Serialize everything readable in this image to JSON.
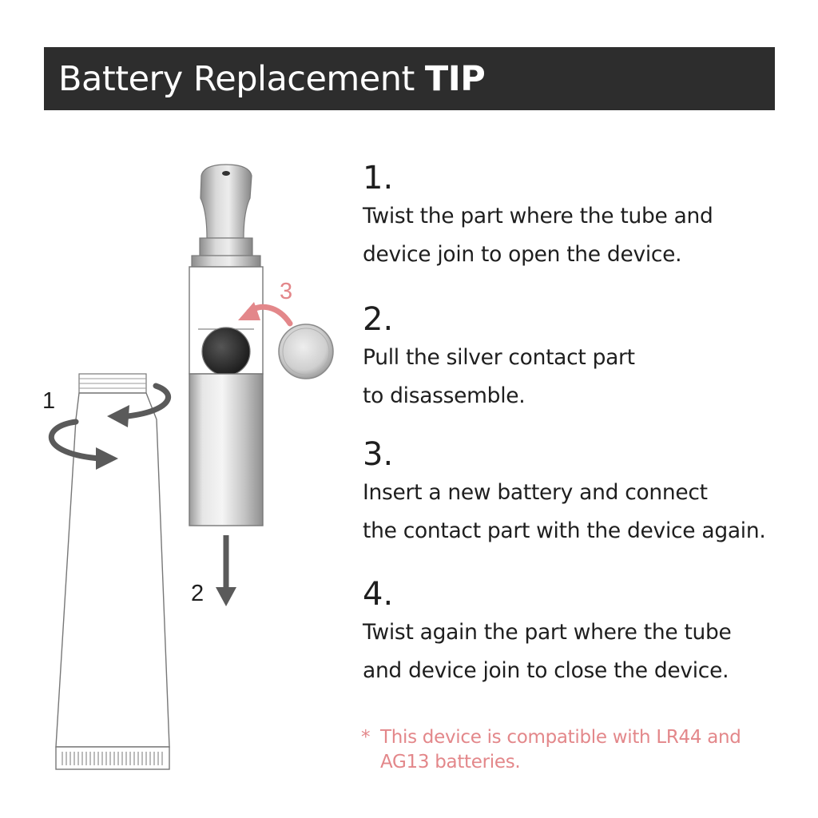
{
  "header": {
    "title_regular": "Battery Replacement",
    "title_bold": "TIP"
  },
  "illustration_labels": {
    "twist": "1",
    "pull": "2",
    "insert": "3"
  },
  "steps": [
    {
      "number": "1.",
      "lines": [
        "Twist the part where the tube and",
        "device join to open the device."
      ]
    },
    {
      "number": "2.",
      "lines": [
        "Pull the silver contact part",
        "to disassemble."
      ]
    },
    {
      "number": "3.",
      "lines": [
        "Insert a new battery and connect",
        "the contact part with the device again."
      ]
    },
    {
      "number": "4.",
      "lines": [
        "Twist again the part where the tube",
        "and device join to close the device."
      ]
    }
  ],
  "note": {
    "marker": "*",
    "lines": [
      "This device is compatible with LR44 and",
      "AG13 batteries."
    ]
  },
  "colors": {
    "banner_bg": "#2d2d2d",
    "accent_pink": "#e3878a",
    "arrow_gray": "#5a5a5a"
  }
}
